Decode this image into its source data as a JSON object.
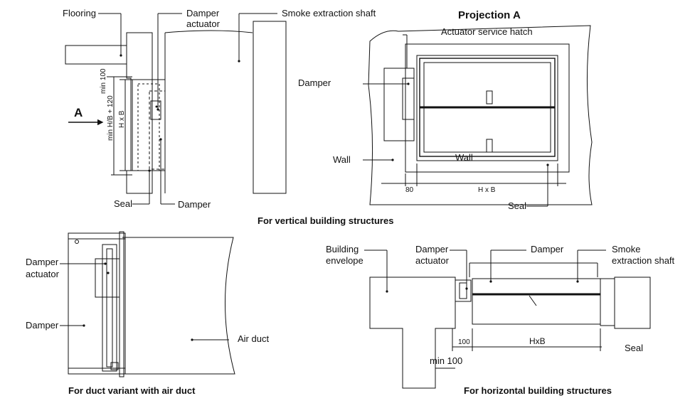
{
  "top_left": {
    "flooring": "Flooring",
    "damper_actuator_line1": "Damper",
    "damper_actuator_line2": "actuator",
    "smoke_shaft": "Smoke extraction shaft",
    "view_marker": "A",
    "dim_min100": "min 100",
    "dim_min_hb": "min H/B + 120",
    "dim_hxb": "H x B",
    "seal": "Seal",
    "damper": "Damper"
  },
  "projection": {
    "title": "Projection A",
    "hatch": "Actuator service hatch",
    "damper": "Damper",
    "wall_left": "Wall",
    "wall_inner": "Wall",
    "dim_80": "80",
    "dim_hxb": "H x B",
    "seal": "Seal"
  },
  "captions": {
    "vertical": "For vertical building structures",
    "duct": "For duct variant with air duct",
    "horizontal": "For horizontal building structures"
  },
  "duct_variant": {
    "actuator_line1": "Damper",
    "actuator_line2": "actuator",
    "damper": "Damper",
    "air_duct": "Air duct"
  },
  "horizontal": {
    "envelope_line1": "Building",
    "envelope_line2": "envelope",
    "actuator_line1": "Damper",
    "actuator_line2": "actuator",
    "damper": "Damper",
    "shaft_line1": "Smoke",
    "shaft_line2": "extraction shaft",
    "dim_100": "100",
    "dim_hxb": "HxB",
    "dim_min100": "min 100",
    "seal": "Seal"
  },
  "colors": {
    "line": "#111111",
    "background": "#ffffff"
  }
}
